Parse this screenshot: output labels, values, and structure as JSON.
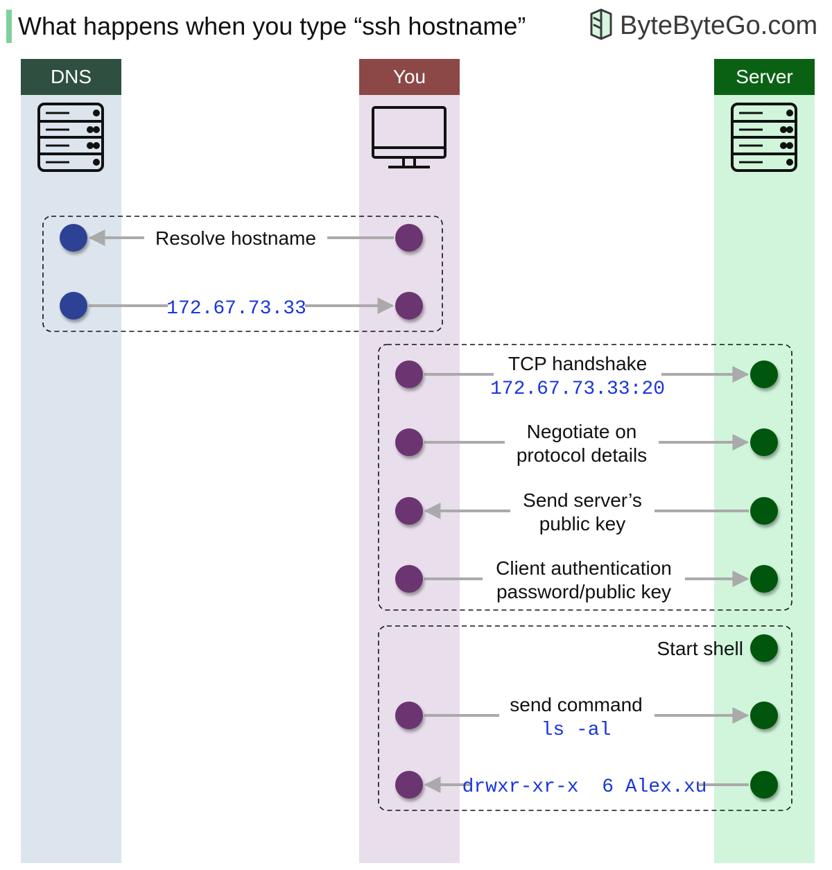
{
  "title": "What happens when you type “ssh hostname”",
  "brand": "ByteByteGo.com",
  "icons": {
    "brand": "bytebytego-logo-icon",
    "dns": "server-rack-icon",
    "you": "desktop-monitor-icon",
    "server": "server-rack-icon"
  },
  "colors": {
    "accent": "#7fd19c",
    "dns_head": "#2f5040",
    "dns_lane": "#dce5ed",
    "dns_dot": "#2d4295",
    "you_head": "#8b4846",
    "you_lane": "#e9deeb",
    "you_dot": "#6b356f",
    "server_head": "#0a6114",
    "server_lane": "#d0f5da",
    "server_dot": "#06560e",
    "arrow": "#aaaaaa",
    "code": "#1a36d8"
  },
  "lanes": {
    "dns": "DNS",
    "you": "You",
    "server": "Server"
  },
  "groups": {
    "dns_lookup": {
      "resolve": "Resolve hostname",
      "ip": "172.67.73.33"
    },
    "handshake": {
      "tcp": "TCP handshake",
      "tcp_addr": "172.67.73.33:20",
      "negotiate_1": "Negotiate on",
      "negotiate_2": "protocol details",
      "pubkey_1": "Send server’s",
      "pubkey_2": "public key",
      "auth_1": "Client authentication",
      "auth_2": "password/public key"
    },
    "session": {
      "shell": "Start shell",
      "command": "send command",
      "command_code": "ls -al",
      "output": "drwxr-xr-x  6 Alex.xu"
    }
  }
}
